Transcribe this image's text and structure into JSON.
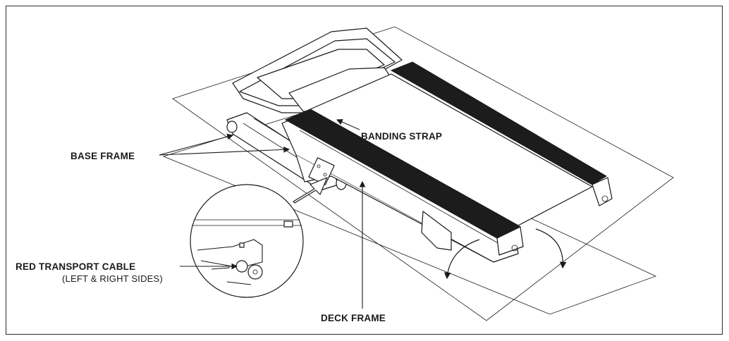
{
  "labels": {
    "banding_strap": "BANDING STRAP",
    "base_frame": "BASE FRAME",
    "red_transport_cable": "RED TRANSPORT CABLE",
    "sides_note": "(LEFT & RIGHT SIDES)",
    "deck_frame": "DECK FRAME"
  },
  "colors": {
    "ink": "#1a1a1a",
    "strap": "#1c1c1c",
    "background": "#ffffff"
  }
}
